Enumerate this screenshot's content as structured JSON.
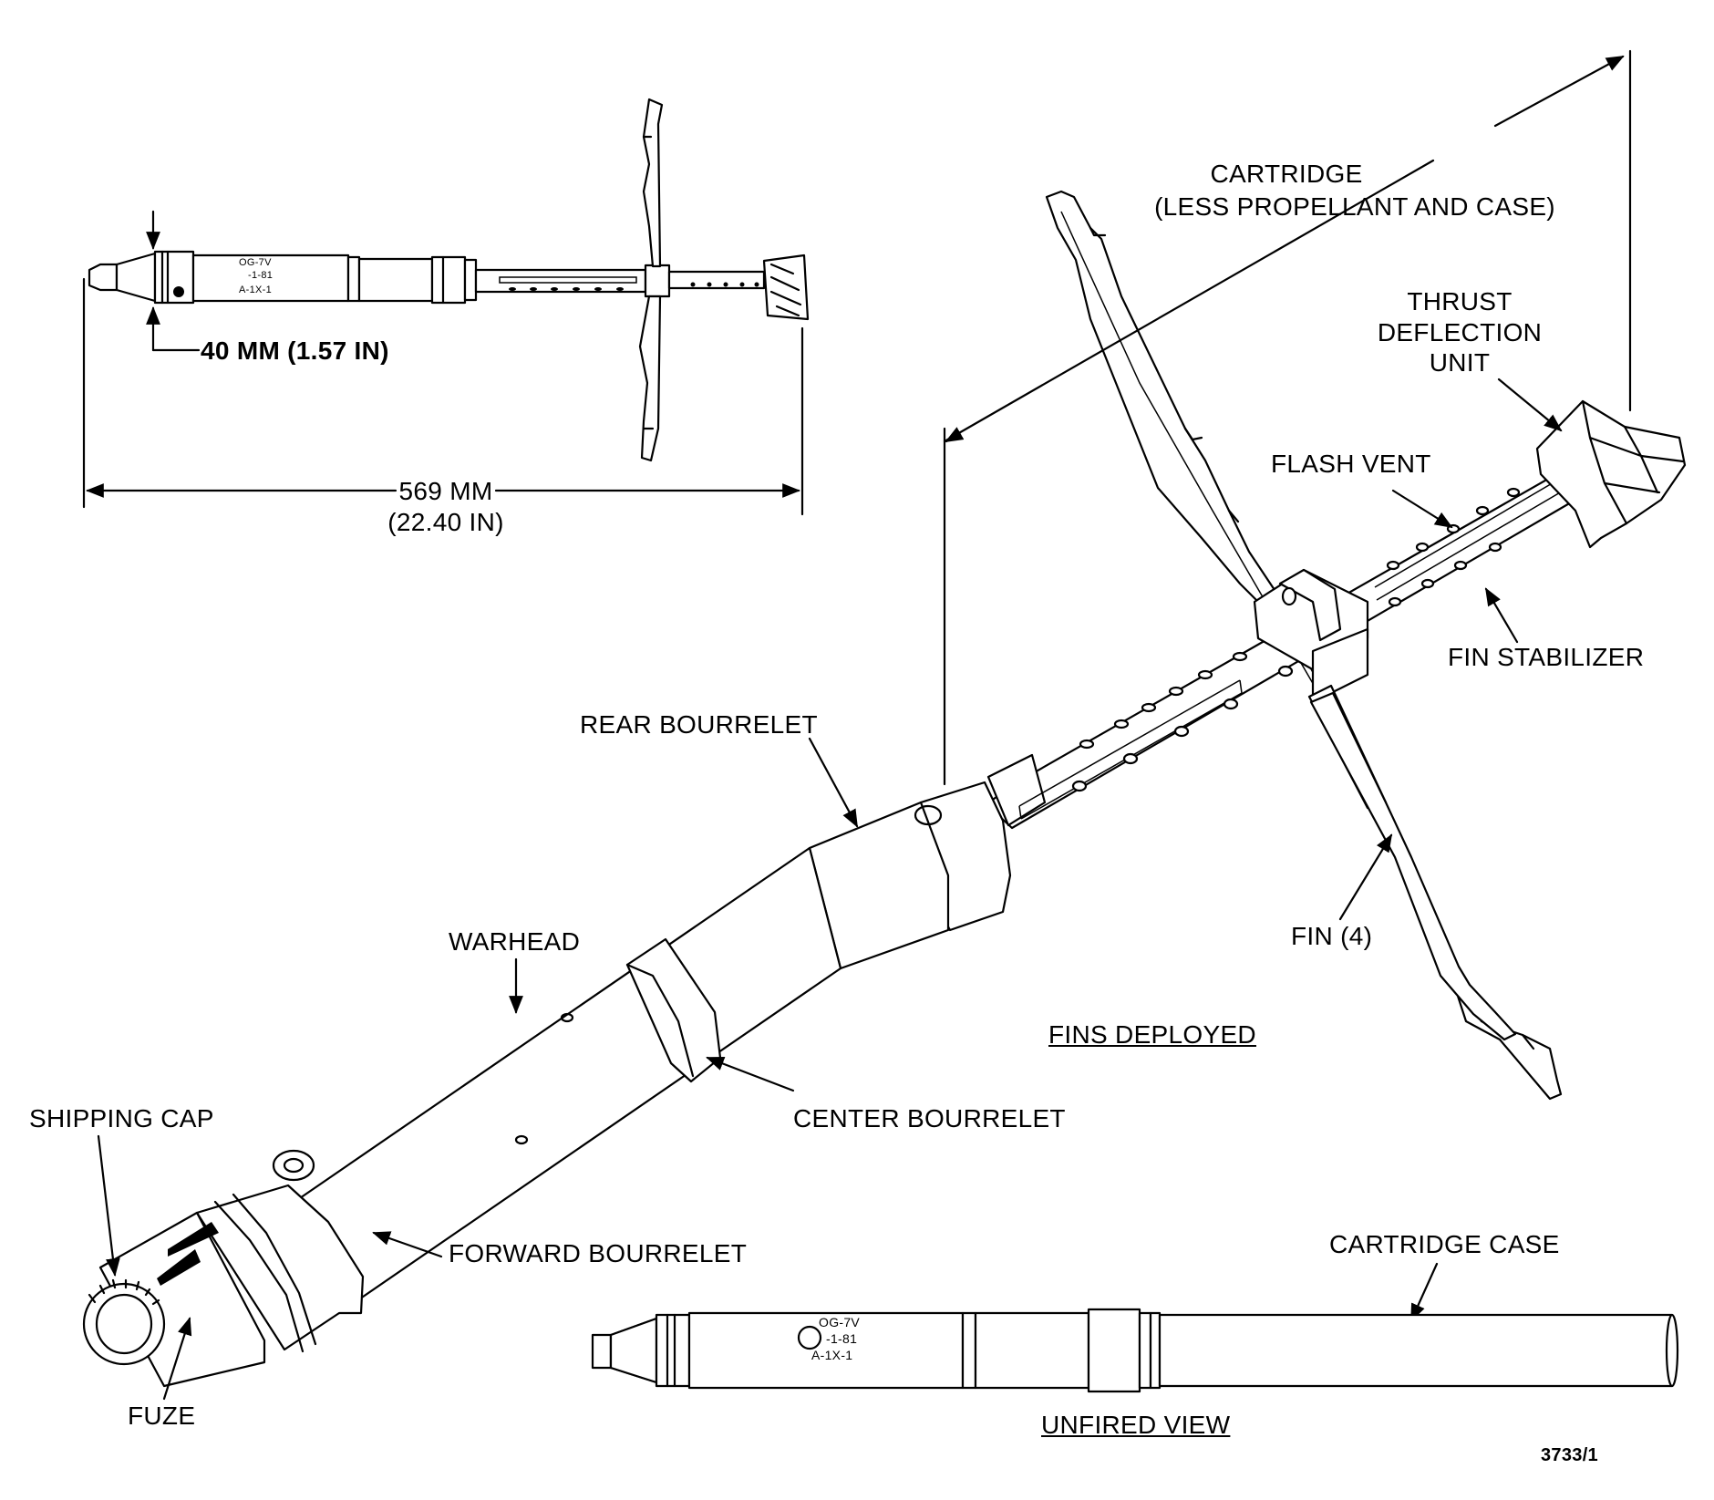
{
  "labels": {
    "cartridge_line1": "CARTRIDGE",
    "cartridge_line2": "(LESS PROPELLANT AND CASE)",
    "thrust_line1": "THRUST",
    "thrust_line2": "DEFLECTION",
    "thrust_line3": "UNIT",
    "flash_vent": "FLASH VENT",
    "fin_stabilizer": "FIN STABILIZER",
    "rear_bourrelet": "REAR BOURRELET",
    "fin_count": "FIN (4)",
    "warhead": "WARHEAD",
    "fins_deployed": "FINS DEPLOYED",
    "shipping_cap": "SHIPPING CAP",
    "center_bourrelet": "CENTER BOURRELET",
    "forward_bourrelet": "FORWARD BOURRELET",
    "fuze": "FUZE",
    "cartridge_case": "CARTRIDGE CASE",
    "unfired_view": "UNFIRED VIEW",
    "figure_number": "3733/1"
  },
  "dimensions": {
    "diameter": "40 MM (1.57 IN)",
    "length_mm": "569 MM",
    "length_in": "(22.40 IN)"
  },
  "markings": {
    "line1": "OG-7V",
    "line2": "-1-81",
    "line3": "A-1X-1"
  }
}
